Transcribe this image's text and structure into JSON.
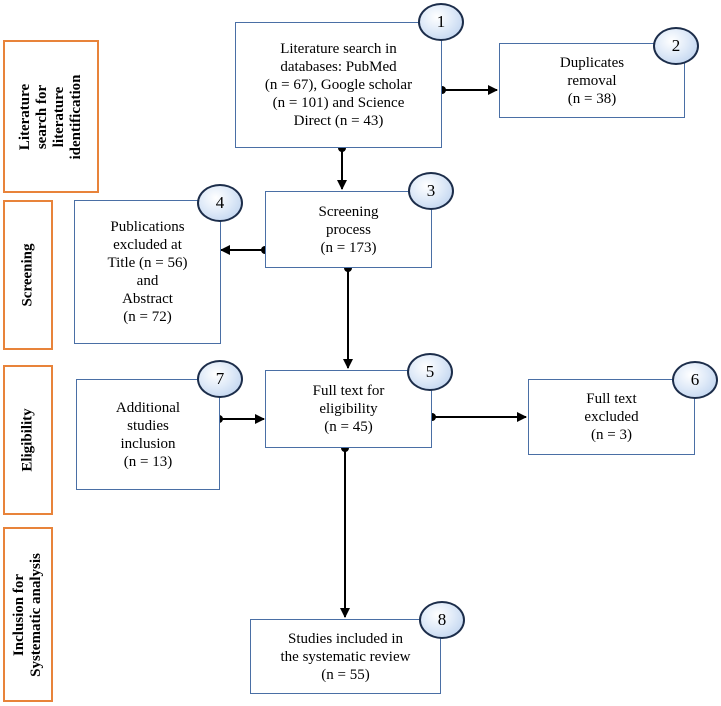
{
  "phases": [
    {
      "id": "identification",
      "label": "Literature search for literature identification",
      "lines": [
        "Literature",
        "search for",
        "literature",
        "identification"
      ]
    },
    {
      "id": "screening",
      "label": "Screening",
      "lines": [
        "Screening"
      ]
    },
    {
      "id": "eligibility",
      "label": "Eligibility",
      "lines": [
        "Eligibility"
      ]
    },
    {
      "id": "inclusion",
      "label": "Inclusion for Systematic analysis",
      "lines": [
        "Inclusion for",
        "Systematic analysis"
      ]
    }
  ],
  "boxes": {
    "search": {
      "number": "1",
      "lines": [
        "Literature search in",
        "databases: PubMed",
        "(n = 67), Google scholar",
        "(n = 101) and Science",
        "Direct (n = 43)"
      ]
    },
    "duplicates": {
      "number": "2",
      "lines": [
        "Duplicates",
        "removal",
        "(n = 38)"
      ]
    },
    "screening": {
      "number": "3",
      "lines": [
        "Screening",
        "process",
        "(n = 173)"
      ]
    },
    "excluded_title": {
      "number": "4",
      "lines": [
        "Publications",
        "excluded at",
        "Title (n = 56)",
        "and",
        "Abstract",
        "(n = 72)"
      ]
    },
    "full_text": {
      "number": "5",
      "lines": [
        "Full text for",
        "eligibility",
        "(n = 45)"
      ]
    },
    "full_text_excluded": {
      "number": "6",
      "lines": [
        "Full text",
        "excluded",
        "(n = 3)"
      ]
    },
    "additional": {
      "number": "7",
      "lines": [
        "Additional",
        "studies",
        "inclusion",
        "(n = 13)"
      ]
    },
    "included": {
      "number": "8",
      "lines": [
        "Studies included in",
        "the systematic review",
        "(n = 55)"
      ]
    }
  }
}
